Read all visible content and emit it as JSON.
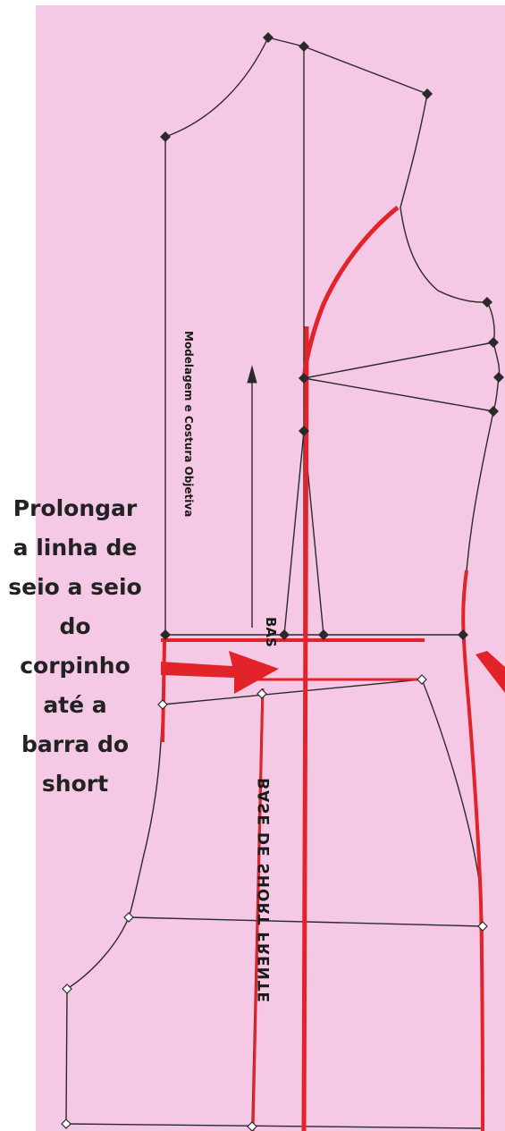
{
  "colors": {
    "paper": "#f5c9e6",
    "background": "#ffffff",
    "line": "#2a2a2a",
    "red": "#e2232a",
    "text": "#222222"
  },
  "caption": {
    "lines": [
      "Prolongar",
      "a linha de",
      "seio a seio",
      "do",
      "corpinho",
      "até a",
      "barra do",
      "short"
    ]
  },
  "labels": {
    "brand": "Modelagem e Costura Objetiva",
    "bodice_base": "BAS",
    "short_base": "BASE DE SHORT FRENTE"
  },
  "icons": {
    "arrow_left": "red-arrow-right-icon",
    "arrow_right": "red-arrow-left-icon",
    "grain_arrow": "grainline-arrow-icon"
  }
}
